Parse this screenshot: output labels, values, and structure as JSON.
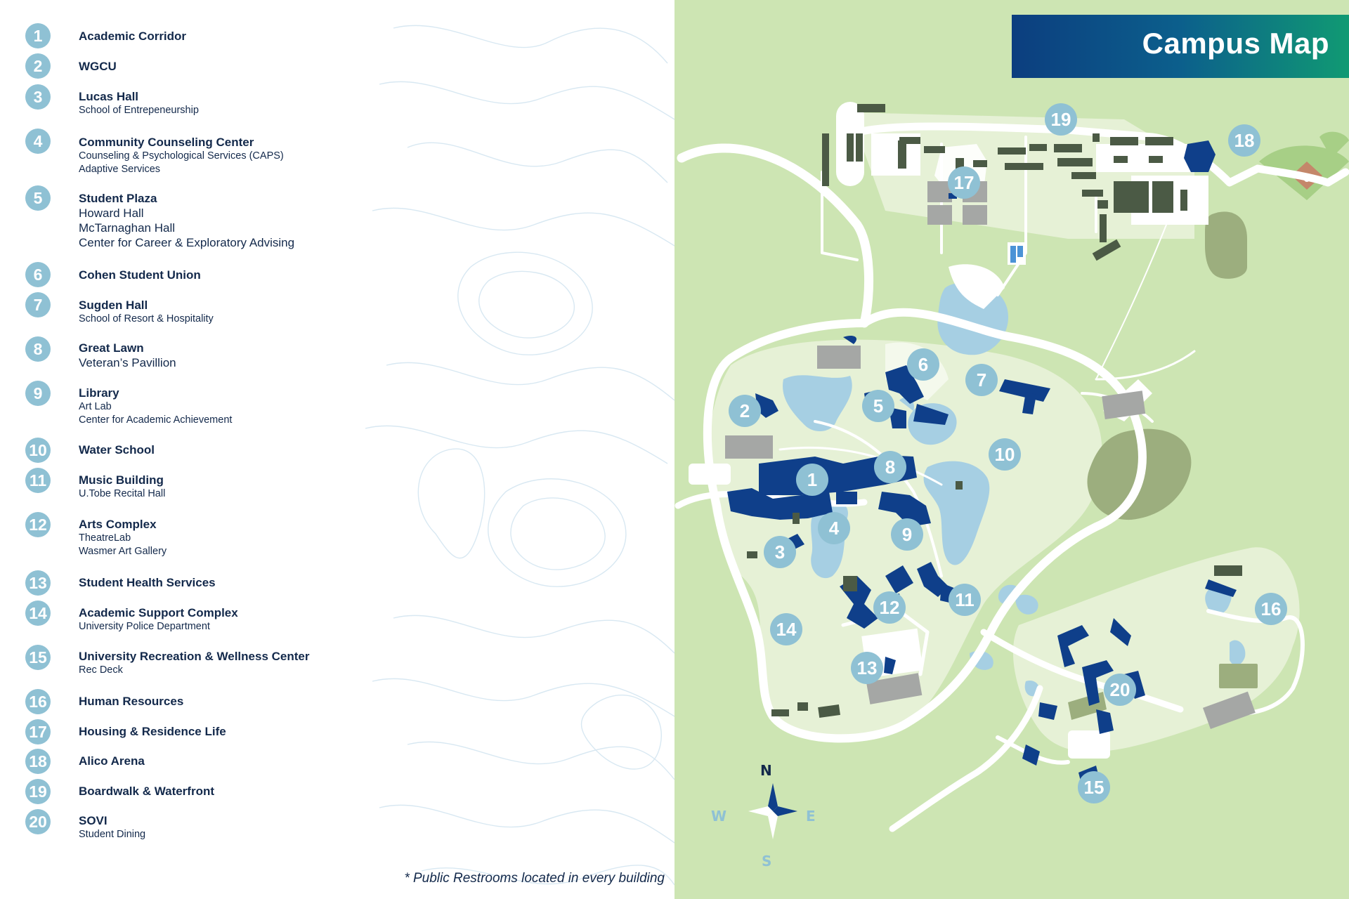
{
  "title": "Campus Map",
  "footnote": "* Public Restrooms located in every building",
  "colors": {
    "grass": "#cde5b3",
    "campus_fill": "#e6f1d6",
    "path": "#ffffff",
    "water": "#a6cfe3",
    "building_blue": "#0f3f8a",
    "building_dark": "#4b5a45",
    "building_gray": "#a5a7a5",
    "field": "#9cae7e",
    "marker": "#8fc1d4",
    "text": "#13294b"
  },
  "legend": [
    {
      "number": "1",
      "name": "Academic Corridor",
      "lines": []
    },
    {
      "number": "2",
      "name": "WGCU",
      "lines": []
    },
    {
      "number": "3",
      "name": "Lucas Hall",
      "lines": [
        "School of Entrepeneurship"
      ]
    },
    {
      "number": "4",
      "name": "Community Counseling Center",
      "lines": [
        "Counseling & Psychological Services (CAPS)",
        "Adaptive Services"
      ]
    },
    {
      "number": "5",
      "name": "Student Plaza",
      "lines": [
        "Howard Hall",
        "McTarnaghan Hall",
        "Center for Career & Exploratory Advising"
      ]
    },
    {
      "number": "6",
      "name": "Cohen Student Union",
      "lines": []
    },
    {
      "number": "7",
      "name": "Sugden Hall",
      "lines": [
        "School of Resort & Hospitality"
      ]
    },
    {
      "number": "8",
      "name": "Great Lawn",
      "lines": [
        "Veteran’s Pavillion"
      ]
    },
    {
      "number": "9",
      "name": "Library",
      "lines": [
        "Art Lab",
        "Center for Academic Achievement"
      ]
    },
    {
      "number": "10",
      "name": "Water School",
      "lines": []
    },
    {
      "number": "11",
      "name": "Music Building",
      "lines": [
        "U.Tobe Recital Hall"
      ]
    },
    {
      "number": "12",
      "name": "Arts Complex",
      "lines": [
        "TheatreLab",
        "Wasmer Art Gallery"
      ]
    },
    {
      "number": "13",
      "name": "Student Health Services",
      "lines": []
    },
    {
      "number": "14",
      "name": "Academic Support Complex",
      "lines": [
        "University Police Department"
      ]
    },
    {
      "number": "15",
      "name": "University Recreation & Wellness Center",
      "lines": [
        "Rec Deck"
      ]
    },
    {
      "number": "16",
      "name": "Human Resources",
      "lines": []
    },
    {
      "number": "17",
      "name": "Housing & Residence Life",
      "lines": []
    },
    {
      "number": "18",
      "name": "Alico Arena",
      "lines": []
    },
    {
      "number": "19",
      "name": "Boardwalk & Waterfront",
      "lines": []
    },
    {
      "number": "20",
      "name": "SOVI",
      "lines": [
        "Student Dining"
      ]
    }
  ],
  "markers": [
    "1",
    "2",
    "3",
    "4",
    "5",
    "6",
    "7",
    "8",
    "9",
    "10",
    "11",
    "12",
    "13",
    "14",
    "15",
    "16",
    "17",
    "18",
    "19",
    "20"
  ],
  "compass": {
    "n": "N",
    "s": "S",
    "e": "E",
    "w": "W"
  }
}
